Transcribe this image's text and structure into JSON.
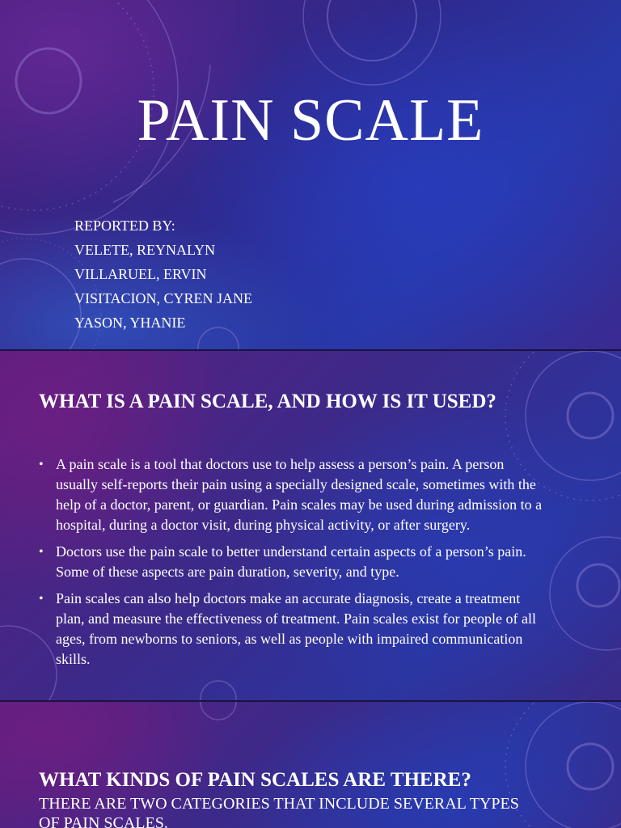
{
  "slides": [
    {
      "title": "PAIN SCALE",
      "reporters": [
        "REPORTED BY:",
        "VELETE, REYNALYN",
        "VILLARUEL, ERVIN",
        "VISITACION, CYREN JANE",
        "YASON, YHANIE"
      ]
    },
    {
      "heading": "WHAT IS A PAIN SCALE, AND HOW IS IT USED?",
      "bullets": [
        "A pain scale is a tool that doctors use to help assess a person’s pain. A person usually self-reports their pain using a specially designed scale, sometimes with the help of a doctor, parent, or guardian. Pain scales may be used during admission to a hospital, during a doctor visit, during physical activity, or after surgery.",
        "Doctors use the pain scale to better understand certain aspects of a person’s pain. Some of these aspects are pain duration, severity, and type.",
        "Pain scales can also help doctors make an accurate diagnosis, create a treatment plan, and measure the effectiveness of treatment. Pain scales exist for people of all ages, from newborns to seniors, as well as people with impaired communication skills."
      ]
    },
    {
      "heading": "WHAT KINDS OF PAIN SCALES ARE THERE?",
      "subtitle": "THERE ARE TWO CATEGORIES THAT INCLUDE SEVERAL TYPES OF PAIN SCALES."
    }
  ],
  "colors": {
    "text": "#ffffff",
    "bg_purple": "#4b1f7a",
    "bg_blue": "#2838a8"
  },
  "decorations": [
    "compass-ring-decoration",
    "dial-ring-decoration"
  ]
}
